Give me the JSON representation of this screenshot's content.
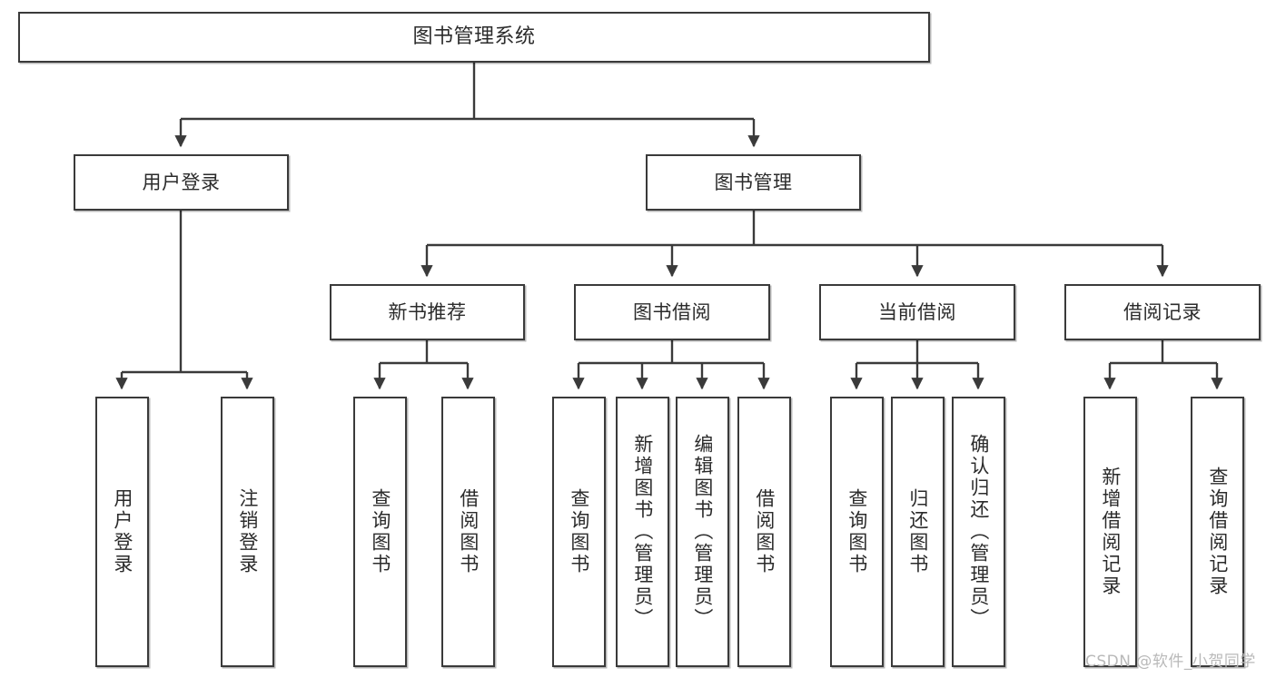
{
  "diagram": {
    "type": "hierarchy-tree",
    "title": "图书管理系统",
    "nodes": {
      "root": {
        "label": "图书管理系统"
      },
      "level1": [
        {
          "id": "user-login",
          "label": "用户登录"
        },
        {
          "id": "book-management",
          "label": "图书管理"
        }
      ],
      "level2": [
        {
          "id": "new-book-recommend",
          "label": "新书推荐"
        },
        {
          "id": "book-borrow",
          "label": "图书借阅"
        },
        {
          "id": "current-borrow",
          "label": "当前借阅"
        },
        {
          "id": "borrow-record",
          "label": "借阅记录"
        }
      ],
      "leaves": [
        {
          "id": "leaf-user-login",
          "label": "用户登录",
          "parent": "user-login"
        },
        {
          "id": "leaf-logout",
          "label": "注销登录",
          "parent": "user-login"
        },
        {
          "id": "leaf-query-book-1",
          "label": "查询图书",
          "parent": "new-book-recommend"
        },
        {
          "id": "leaf-borrow-book-1",
          "label": "借阅图书",
          "parent": "new-book-recommend"
        },
        {
          "id": "leaf-query-book-2",
          "label": "查询图书",
          "parent": "book-borrow"
        },
        {
          "id": "leaf-add-book",
          "label": "新增图书（管理员）",
          "parent": "book-borrow"
        },
        {
          "id": "leaf-edit-book",
          "label": "编辑图书（管理员）",
          "parent": "book-borrow"
        },
        {
          "id": "leaf-borrow-book-2",
          "label": "借阅图书",
          "parent": "book-borrow"
        },
        {
          "id": "leaf-query-book-3",
          "label": "查询图书",
          "parent": "current-borrow"
        },
        {
          "id": "leaf-return-book",
          "label": "归还图书",
          "parent": "current-borrow"
        },
        {
          "id": "leaf-confirm-return",
          "label": "确认归还（管理员）",
          "parent": "current-borrow"
        },
        {
          "id": "leaf-add-record",
          "label": "新增借阅记录",
          "parent": "borrow-record"
        },
        {
          "id": "leaf-query-record",
          "label": "查询借阅记录",
          "parent": "borrow-record"
        }
      ]
    },
    "watermark": "CSDN @软件_小贺同学",
    "colors": {
      "border": "#3a3a3a",
      "text": "#2b2b2b",
      "background": "#ffffff",
      "watermark": "#b9b9b9"
    }
  }
}
